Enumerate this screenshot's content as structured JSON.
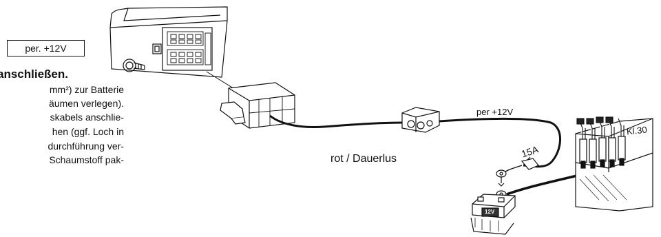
{
  "box_label": "per. +12V",
  "text_column": {
    "heading": "anschließen.",
    "lines": [
      "mm²) zur Batterie",
      "äumen verlegen).",
      "skabels anschlie-",
      "hen (ggf. Loch in",
      "durchführung ver-",
      "Schaumstoff pak-"
    ]
  },
  "diagram": {
    "cable_label": "per +12V",
    "fuse_label": "15A",
    "wire_caption": "rot  / Dauerlus",
    "terminal_label": "Kl.30",
    "battery_label": "12V"
  }
}
